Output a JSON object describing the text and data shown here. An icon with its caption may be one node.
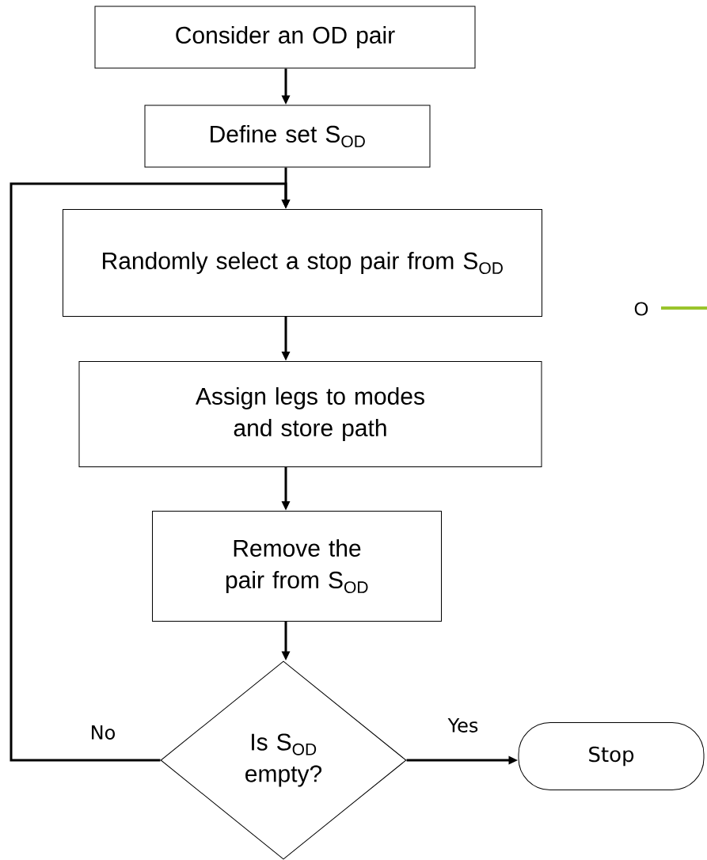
{
  "diagram": {
    "nodes": [
      {
        "text": [
          "Consider an OD pair"
        ]
      },
      {
        "text": [
          "Define set S$_{OD}$"
        ]
      },
      {
        "text": [
          "Randomly select a stop pair from S$_{OD}$"
        ]
      },
      {
        "text": [
          "Assign legs to modes and store path"
        ]
      },
      {
        "text": [
          "Remove the pair from S$_{OD}$"
        ]
      },
      {
        "text": [
          "Is S$_{OD}$ empty?"
        ]
      },
      {
        "text": [
          "Stop"
        ]
      }
    ],
    "edges": [
      {
        "from": 0,
        "to": 1,
        "arrow": "to"
      },
      {
        "from": 1,
        "to": 2,
        "arrow": "to"
      },
      {
        "from": 2,
        "to": 3,
        "arrow": "to"
      },
      {
        "from": 3,
        "to": 4,
        "arrow": "to"
      },
      {
        "from": 4,
        "to": 5,
        "arrow": "to"
      },
      {
        "from": 5,
        "to": 2,
        "arrow": "to",
        "label": "No"
      },
      {
        "from": 5,
        "to": 6,
        "arrow": "to",
        "label": "Yes"
      }
    ],
    "labels": [
      "O"
    ]
  }
}
